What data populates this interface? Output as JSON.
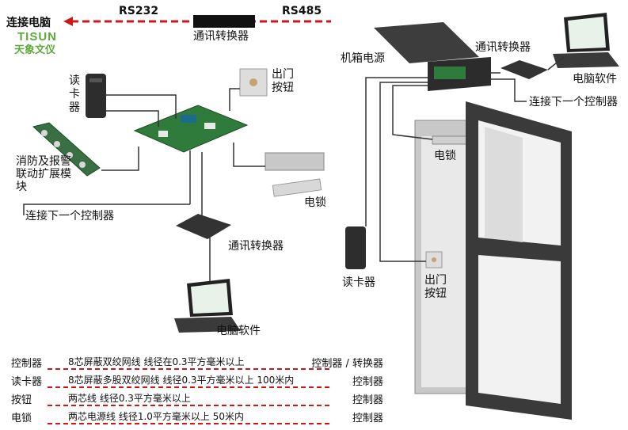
{
  "top_bar": {
    "left_label": "连接电脑",
    "rs232": "RS232",
    "rs485": "RS485",
    "converter_label": "通讯转换器"
  },
  "logo": {
    "brand": "TISUN",
    "brand_cn": "天象文仪"
  },
  "left_diagram": {
    "card_reader": "读卡器",
    "exit_button": "出门按钮",
    "fire_module": "消防及报警联动扩展模块",
    "lock": "电锁",
    "next_controller": "连接下一个控制器",
    "converter": "通讯转换器",
    "pc_software": "电脑软件"
  },
  "right_diagram": {
    "power": "机箱电源",
    "converter": "通讯转换器",
    "pc_software": "电脑软件",
    "next_controller": "连接下一个控制器",
    "lock": "电锁",
    "card_reader": "读卡器",
    "exit_button": "出门按钮"
  },
  "cable_table": [
    {
      "name": "控制器",
      "desc": "8芯屏蔽双绞网线  线径在0.3平方毫米以上",
      "end": "控制器 / 转换器"
    },
    {
      "name": "读卡器",
      "desc": "8芯屏蔽多股双绞网线  线径0.3平方毫米以上 100米内",
      "end": "控制器"
    },
    {
      "name": "按钮",
      "desc": "两芯线  线径0.3平方毫米以上",
      "end": "控制器"
    },
    {
      "name": "电锁",
      "desc": "两芯电源线  线径1.0平方毫米以上  50米内",
      "end": "控制器"
    }
  ],
  "colors": {
    "arrow_red": "#d0161b",
    "logo_green": "#5fa83a",
    "door_frame": "#3a3a3a"
  }
}
